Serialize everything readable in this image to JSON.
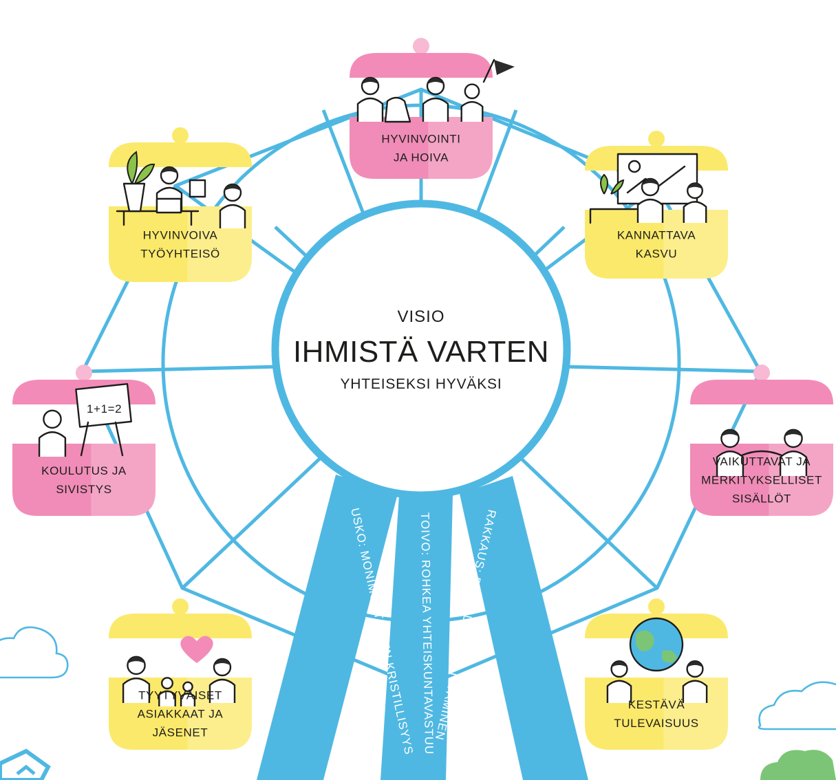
{
  "colors": {
    "blue": "#4fb8e2",
    "ribbon": "#4fb8e2",
    "pink": "#f08cb7",
    "pink_top": "#f38bb8",
    "yellow": "#fbe96b",
    "green": "#7cc576"
  },
  "center": {
    "line1": "VISIO",
    "line2": "IHMISTÄ VARTEN",
    "line3": "YHTEISEKSI HYVÄKSI"
  },
  "gondolas": [
    {
      "id": "top",
      "color": "pink",
      "lines": [
        "HYVINVOINTI",
        "JA HOIVA"
      ],
      "icon": "care-people-icon"
    },
    {
      "id": "upper-right",
      "color": "yellow",
      "lines": [
        "KANNATTAVA",
        "KASVU"
      ],
      "icon": "presentation-chart-icon"
    },
    {
      "id": "right",
      "color": "pink",
      "lines": [
        "VAIKUTTAVAT JA",
        "MERKITYKSELLISET",
        "SISÄLLÖT"
      ],
      "icon": "handshake-icon"
    },
    {
      "id": "lower-right",
      "color": "yellow",
      "lines": [
        "KESTÄVÄ",
        "TULEVAISUUS"
      ],
      "icon": "globe-people-icon"
    },
    {
      "id": "lower-left",
      "color": "yellow",
      "lines": [
        "TYYTYVÄISET",
        "ASIAKKAAT JA",
        "JÄSENET"
      ],
      "icon": "family-heart-icon"
    },
    {
      "id": "left",
      "color": "pink",
      "lines": [
        "KOULUTUS JA",
        "SIVISTYS"
      ],
      "icon": "teacher-board-icon"
    },
    {
      "id": "upper-left",
      "color": "yellow",
      "lines": [
        "HYVINVOIVA",
        "TYÖYHTEISÖ"
      ],
      "icon": "office-coffee-icon"
    }
  ],
  "board_text": "1+1=2",
  "ribbons": [
    "USKO: MONIMUOTOINEN KRISTILLISYYS",
    "TOIVO: ROHKEA YHTEISKUNTAVASTUU",
    "RAKKAUS: PALVELEVA VÄLITTÄMINEN"
  ]
}
